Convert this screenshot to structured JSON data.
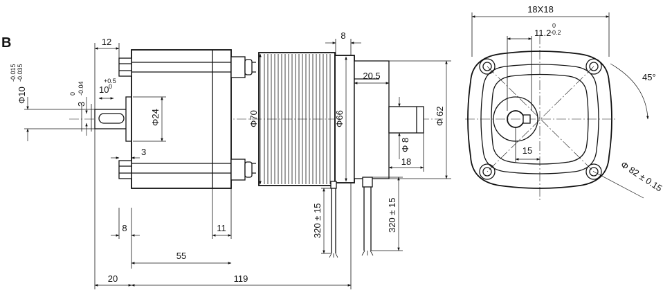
{
  "figure_label": "B",
  "side_view": {
    "dims": {
      "d12": "12",
      "d8_top": "8",
      "d20_5": "20.5",
      "phi10": "Φ10",
      "phi10_tol_upper": "-0.015",
      "phi10_tol_lower": "-0.035",
      "key_tol_upper": "+0.5",
      "key_10": "10",
      "key_10_sup": "0",
      "key_3": "3",
      "key_3_tol_upper": "0",
      "key_3_tol_lower": "-0.04",
      "phi24": "Φ24",
      "phi70": "Φ70",
      "phi66": "Φ66",
      "phi62": "Φ 62",
      "phi8": "Φ 8",
      "d3": "3",
      "d18": "18",
      "lead1": "320 ± 15",
      "lead2": "320 ± 15",
      "d8_bottom": "8",
      "d11": "11",
      "d55": "55",
      "d20": "20",
      "d119": "119"
    }
  },
  "end_view": {
    "dims": {
      "square": "18X18",
      "d11_2": "11.2",
      "d11_2_tol_upper": "0",
      "d11_2_tol_lower": "-0.2",
      "angle": "45°",
      "d15": "15",
      "phi82": "Φ 82 ± 0.15"
    }
  }
}
